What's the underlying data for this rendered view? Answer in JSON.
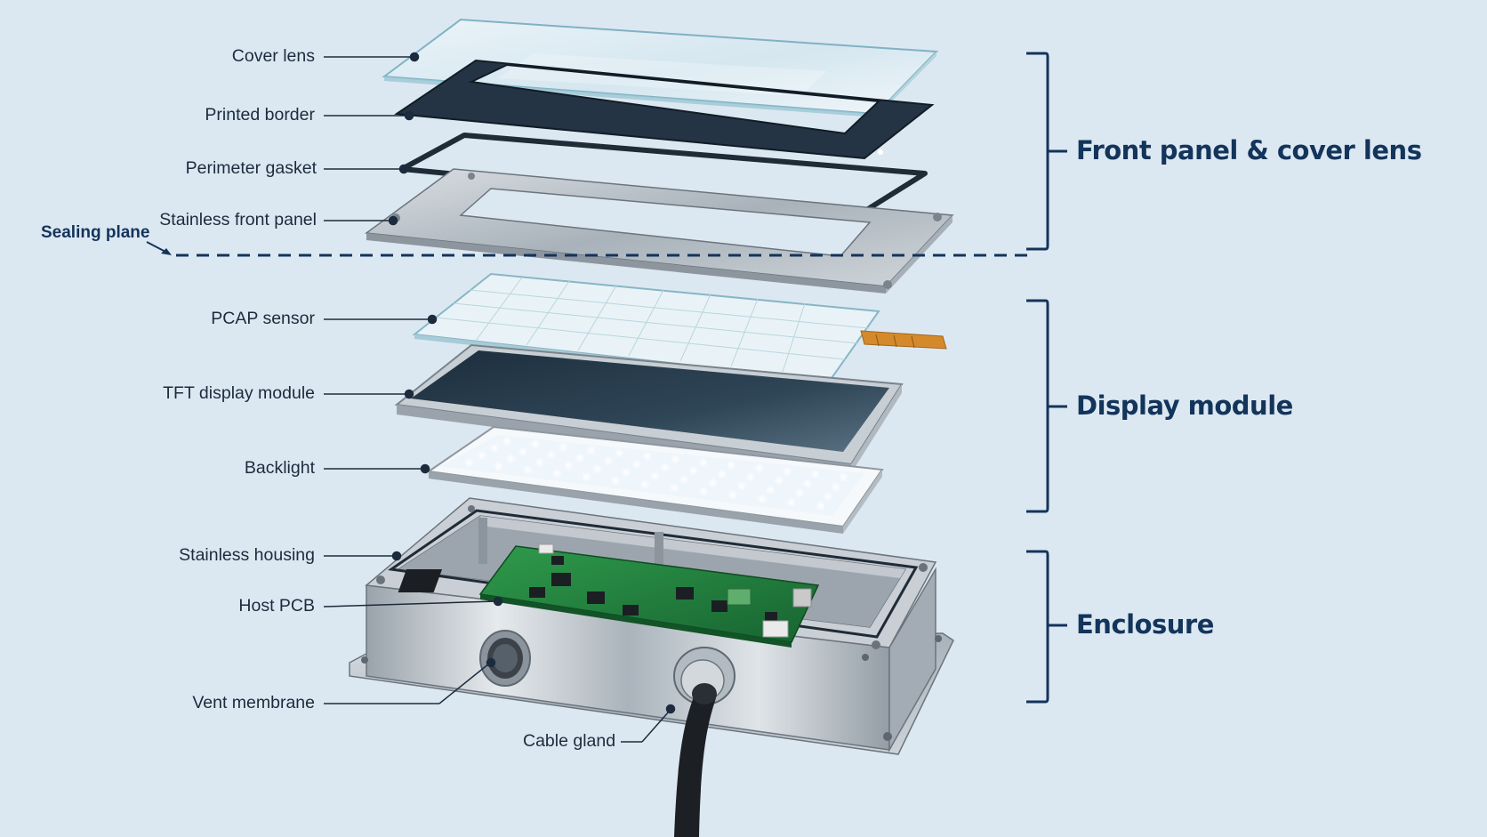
{
  "labels": {
    "cover_lens": "Cover lens",
    "printed_border": "Printed border",
    "perimeter_gasket": "Perimeter gasket",
    "stainless_front_panel": "Stainless front panel",
    "sealing_plane": "Sealing plane",
    "pcap_sensor": "PCAP sensor",
    "tft_display_module": "TFT display module",
    "backlight": "Backlight",
    "stainless_housing": "Stainless housing",
    "host_pcb": "Host PCB",
    "vent_membrane": "Vent membrane",
    "cable_gland": "Cable gland"
  },
  "groups": {
    "front_panel": "Front panel & cover lens",
    "display_module": "Display module",
    "enclosure": "Enclosure"
  },
  "colors": {
    "background": "#dce8f1",
    "accent_navy": "#13345b",
    "leader_line": "#1c2b3d",
    "pcb_green": "#1f7a3a",
    "steel": "#b9c1c9"
  }
}
